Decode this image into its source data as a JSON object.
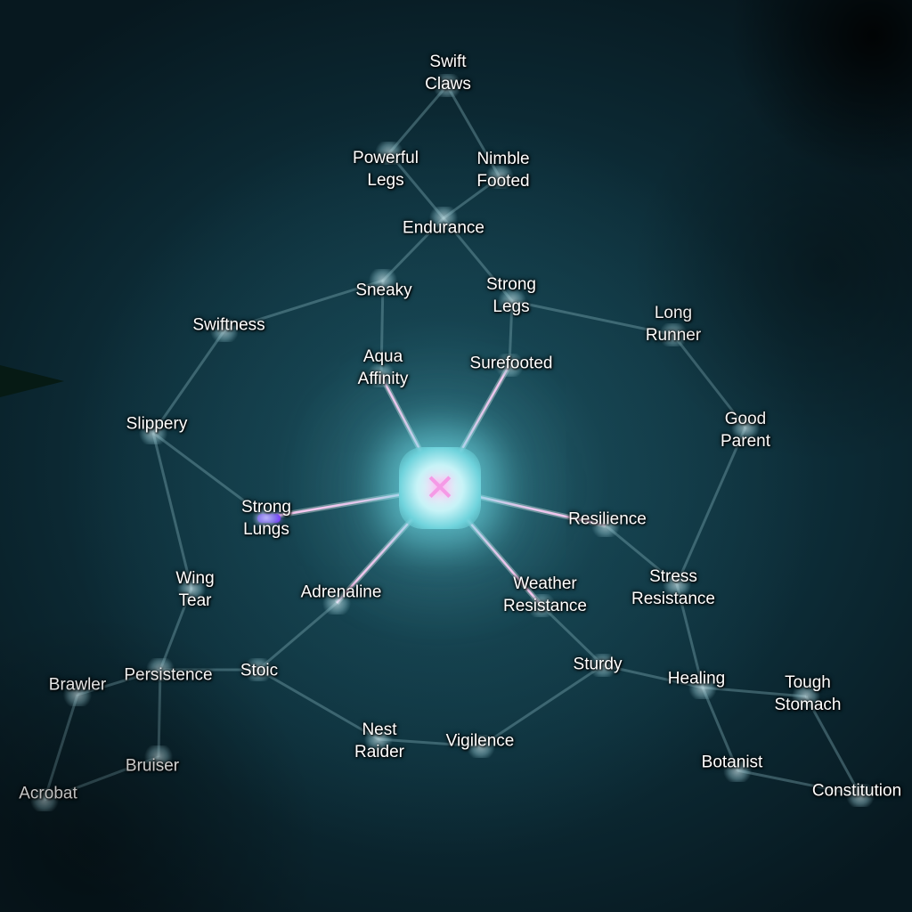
{
  "skill_tree": {
    "center": {
      "icon": "x-mark-icon",
      "glyph": "✕"
    },
    "colors": {
      "node_label": "#ffffff",
      "link": "#8fbec6",
      "center_ray": "#f5c8ef",
      "selected_marker": "#7b3cff"
    },
    "nodes": [
      {
        "id": "swift-claws",
        "label": "Swift\nClaws"
      },
      {
        "id": "powerful-legs",
        "label": "Powerful\nLegs"
      },
      {
        "id": "nimble-footed",
        "label": "Nimble\nFooted"
      },
      {
        "id": "endurance",
        "label": "Endurance"
      },
      {
        "id": "sneaky",
        "label": "Sneaky"
      },
      {
        "id": "strong-legs",
        "label": "Strong\nLegs"
      },
      {
        "id": "swiftness",
        "label": "Swiftness"
      },
      {
        "id": "long-runner",
        "label": "Long\nRunner"
      },
      {
        "id": "aqua-affinity",
        "label": "Aqua\nAffinity"
      },
      {
        "id": "surefooted",
        "label": "Surefooted"
      },
      {
        "id": "slippery",
        "label": "Slippery"
      },
      {
        "id": "good-parent",
        "label": "Good\nParent"
      },
      {
        "id": "strong-lungs",
        "label": "Strong\nLungs"
      },
      {
        "id": "resilience",
        "label": "Resilience"
      },
      {
        "id": "wing-tear",
        "label": "Wing\nTear"
      },
      {
        "id": "adrenaline",
        "label": "Adrenaline"
      },
      {
        "id": "weather-resistance",
        "label": "Weather\nResistance"
      },
      {
        "id": "stress-resistance",
        "label": "Stress\nResistance"
      },
      {
        "id": "brawler",
        "label": "Brawler"
      },
      {
        "id": "persistence",
        "label": "Persistence"
      },
      {
        "id": "stoic",
        "label": "Stoic"
      },
      {
        "id": "sturdy",
        "label": "Sturdy"
      },
      {
        "id": "healing",
        "label": "Healing"
      },
      {
        "id": "tough-stomach",
        "label": "Tough\nStomach"
      },
      {
        "id": "nest-raider",
        "label": "Nest\nRaider"
      },
      {
        "id": "vigilence",
        "label": "Vigilence"
      },
      {
        "id": "bruiser",
        "label": "Bruiser"
      },
      {
        "id": "botanist",
        "label": "Botanist"
      },
      {
        "id": "acrobat",
        "label": "Acrobat"
      },
      {
        "id": "constitution",
        "label": "Constitution"
      }
    ]
  }
}
